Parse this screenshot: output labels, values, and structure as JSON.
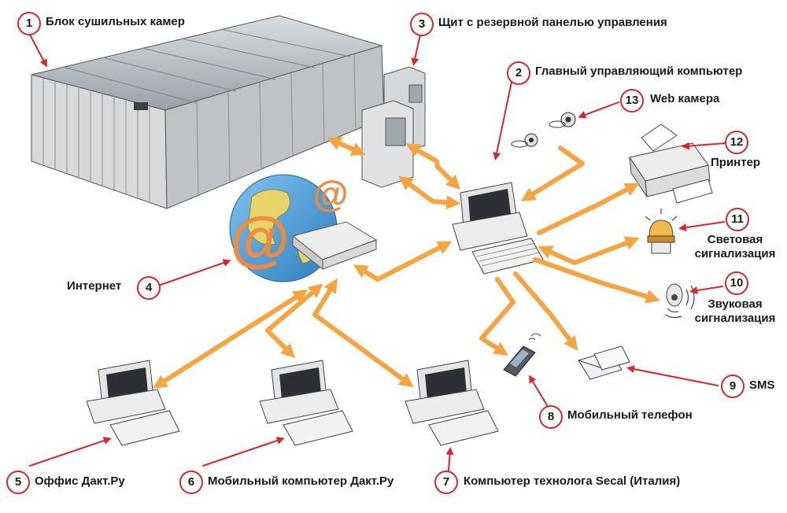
{
  "colors": {
    "arrow_orange": "#f6a340",
    "pointer_red": "#d8262b",
    "badge_border": "#d8262b"
  },
  "nodes": [
    {
      "id": "1",
      "label": "Блок сушильных камер"
    },
    {
      "id": "2",
      "label": "Главный управляющий компьютер"
    },
    {
      "id": "3",
      "label": "Щит с резервной панелью управления"
    },
    {
      "id": "4",
      "label": "Интернет"
    },
    {
      "id": "5",
      "label": "Оффис Дакт.Ру"
    },
    {
      "id": "6",
      "label": "Мобильный компьютер Дакт.Ру"
    },
    {
      "id": "7",
      "label": "Компьютер технолога Secal (Италия)"
    },
    {
      "id": "8",
      "label": "Мобильный телефон"
    },
    {
      "id": "9",
      "label": "SMS"
    },
    {
      "id": "10",
      "label_line1": "Звуковая",
      "label_line2": "сигнализация"
    },
    {
      "id": "11",
      "label_line1": "Световая",
      "label_line2": "сигнализация"
    },
    {
      "id": "12",
      "label": "Принтер"
    },
    {
      "id": "13",
      "label": "Web камера"
    }
  ],
  "icons": {
    "at_sign": "@"
  }
}
